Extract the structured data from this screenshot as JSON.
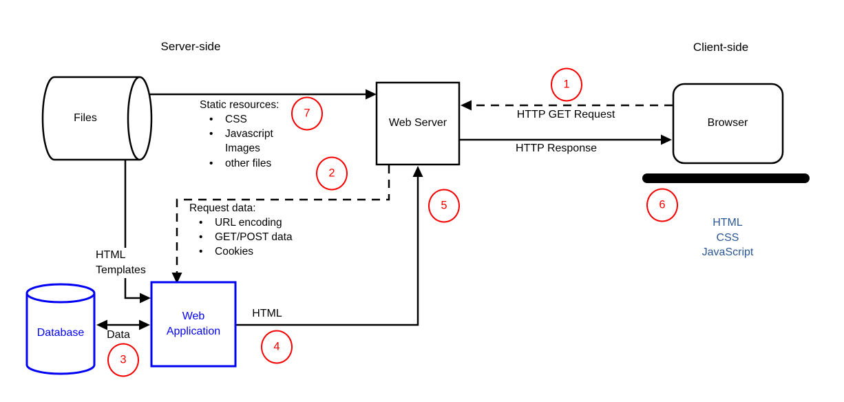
{
  "diagram": {
    "bullet_glyph": "•",
    "sections": {
      "server_side": "Server-side",
      "client_side": "Client-side"
    },
    "colors": {
      "shape_blue": "#0000f2",
      "badge_red": "#f70000",
      "client_text_blue": "#2a5793",
      "shape_black": "#000000"
    },
    "nodes": {
      "files": {
        "label": "Files"
      },
      "web_server": {
        "label": "Web Server"
      },
      "browser": {
        "label": "Browser"
      },
      "database": {
        "label": "Database"
      },
      "web_application": {
        "label_line1": "Web",
        "label_line2": "Application"
      }
    },
    "edges": {
      "http_get_request": "HTTP GET Request",
      "http_response": "HTTP Response",
      "html_templates": {
        "line1": "HTML",
        "line2": "Templates"
      },
      "data": "Data",
      "html": "HTML"
    },
    "annotations": {
      "static_resources": {
        "title": "Static resources:",
        "items": [
          {
            "text": "CSS",
            "bullet": true
          },
          {
            "text": "Javascript",
            "bullet": true
          },
          {
            "text": "Images",
            "bullet": false
          },
          {
            "text": "other files",
            "bullet": true
          }
        ]
      },
      "request_data": {
        "title": "Request data:",
        "items": [
          {
            "text": "URL encoding",
            "bullet": true
          },
          {
            "text": "GET/POST data",
            "bullet": true
          },
          {
            "text": "Cookies",
            "bullet": true
          }
        ]
      },
      "browser_languages": [
        "HTML",
        "CSS",
        "JavaScript"
      ]
    },
    "badges": [
      "1",
      "2",
      "3",
      "4",
      "5",
      "6",
      "7"
    ]
  }
}
